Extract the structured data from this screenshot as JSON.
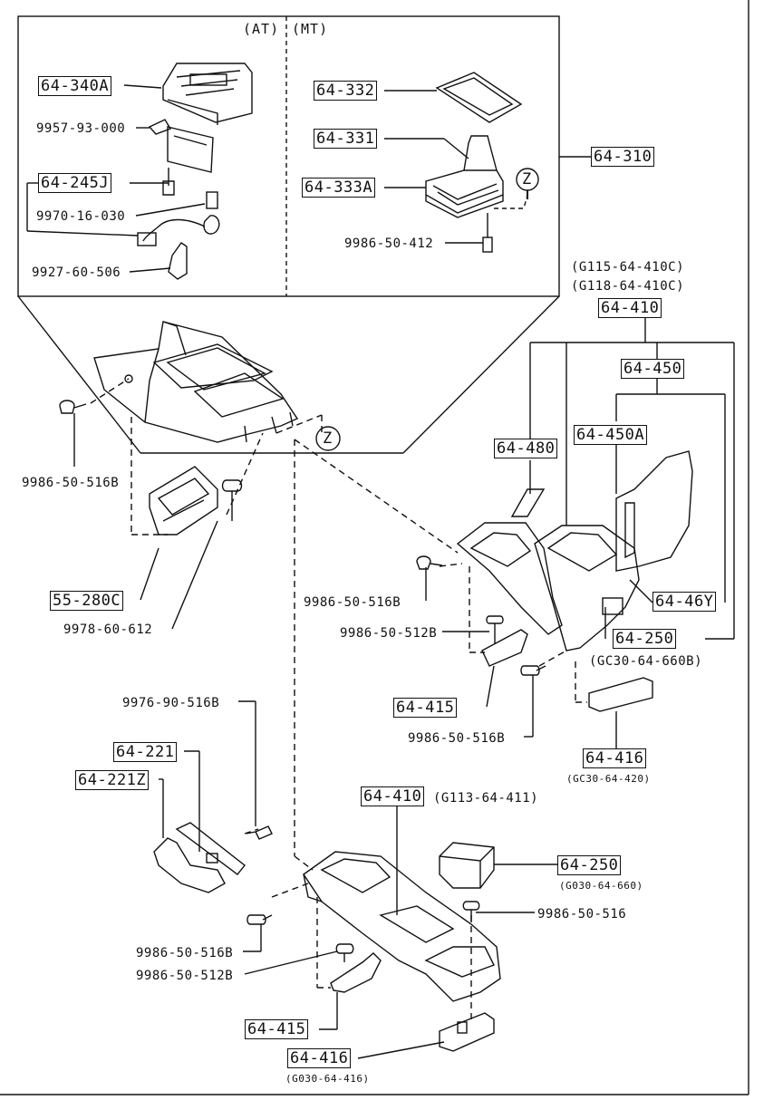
{
  "section_labels": {
    "at": "(AT)",
    "mt": "(MT)"
  },
  "zone_marker": "Z",
  "parts": {
    "p_64_340A": "64-340A",
    "p_9957_93_000": "9957-93-000",
    "p_64_245J": "64-245J",
    "p_9970_16_030": "9970-16-030",
    "p_9927_60_506": "9927-60-506",
    "p_64_332": "64-332",
    "p_64_331": "64-331",
    "p_64_333A": "64-333A",
    "p_9986_50_412": "9986-50-412",
    "p_64_310": "64-310",
    "p_9986_50_516B_a": "9986-50-516B",
    "p_55_280C": "55-280C",
    "p_9978_60_612": "9978-60-612",
    "p_ref_g115": "(G115-64-410C)",
    "p_ref_g118": "(G118-64-410C)",
    "p_64_410_a": "64-410",
    "p_64_450": "64-450",
    "p_64_480": "64-480",
    "p_64_450A": "64-450A",
    "p_9986_50_516B_b": "9986-50-516B",
    "p_9986_50_512B_a": "9986-50-512B",
    "p_64_46Y": "64-46Y",
    "p_64_250_a": "64-250",
    "p_ref_gc30_660": "(GC30-64-660B)",
    "p_64_415_a": "64-415",
    "p_9986_50_516B_c": "9986-50-516B",
    "p_64_416_a": "64-416",
    "p_ref_gc30_420": "(GC30-64-420)",
    "p_9976_90_516B": "9976-90-516B",
    "p_64_221": "64-221",
    "p_64_221Z": "64-221Z",
    "p_64_410_b": "64-410",
    "p_ref_g113": "(G113-64-411)",
    "p_64_250_b": "64-250",
    "p_ref_g030_660": "(G030-64-660)",
    "p_9986_50_516": "9986-50-516",
    "p_9986_50_516B_d": "9986-50-516B",
    "p_9986_50_512B_b": "9986-50-512B",
    "p_64_415_b": "64-415",
    "p_64_416_b": "64-416",
    "p_ref_g030_416": "(G030-64-416)"
  }
}
